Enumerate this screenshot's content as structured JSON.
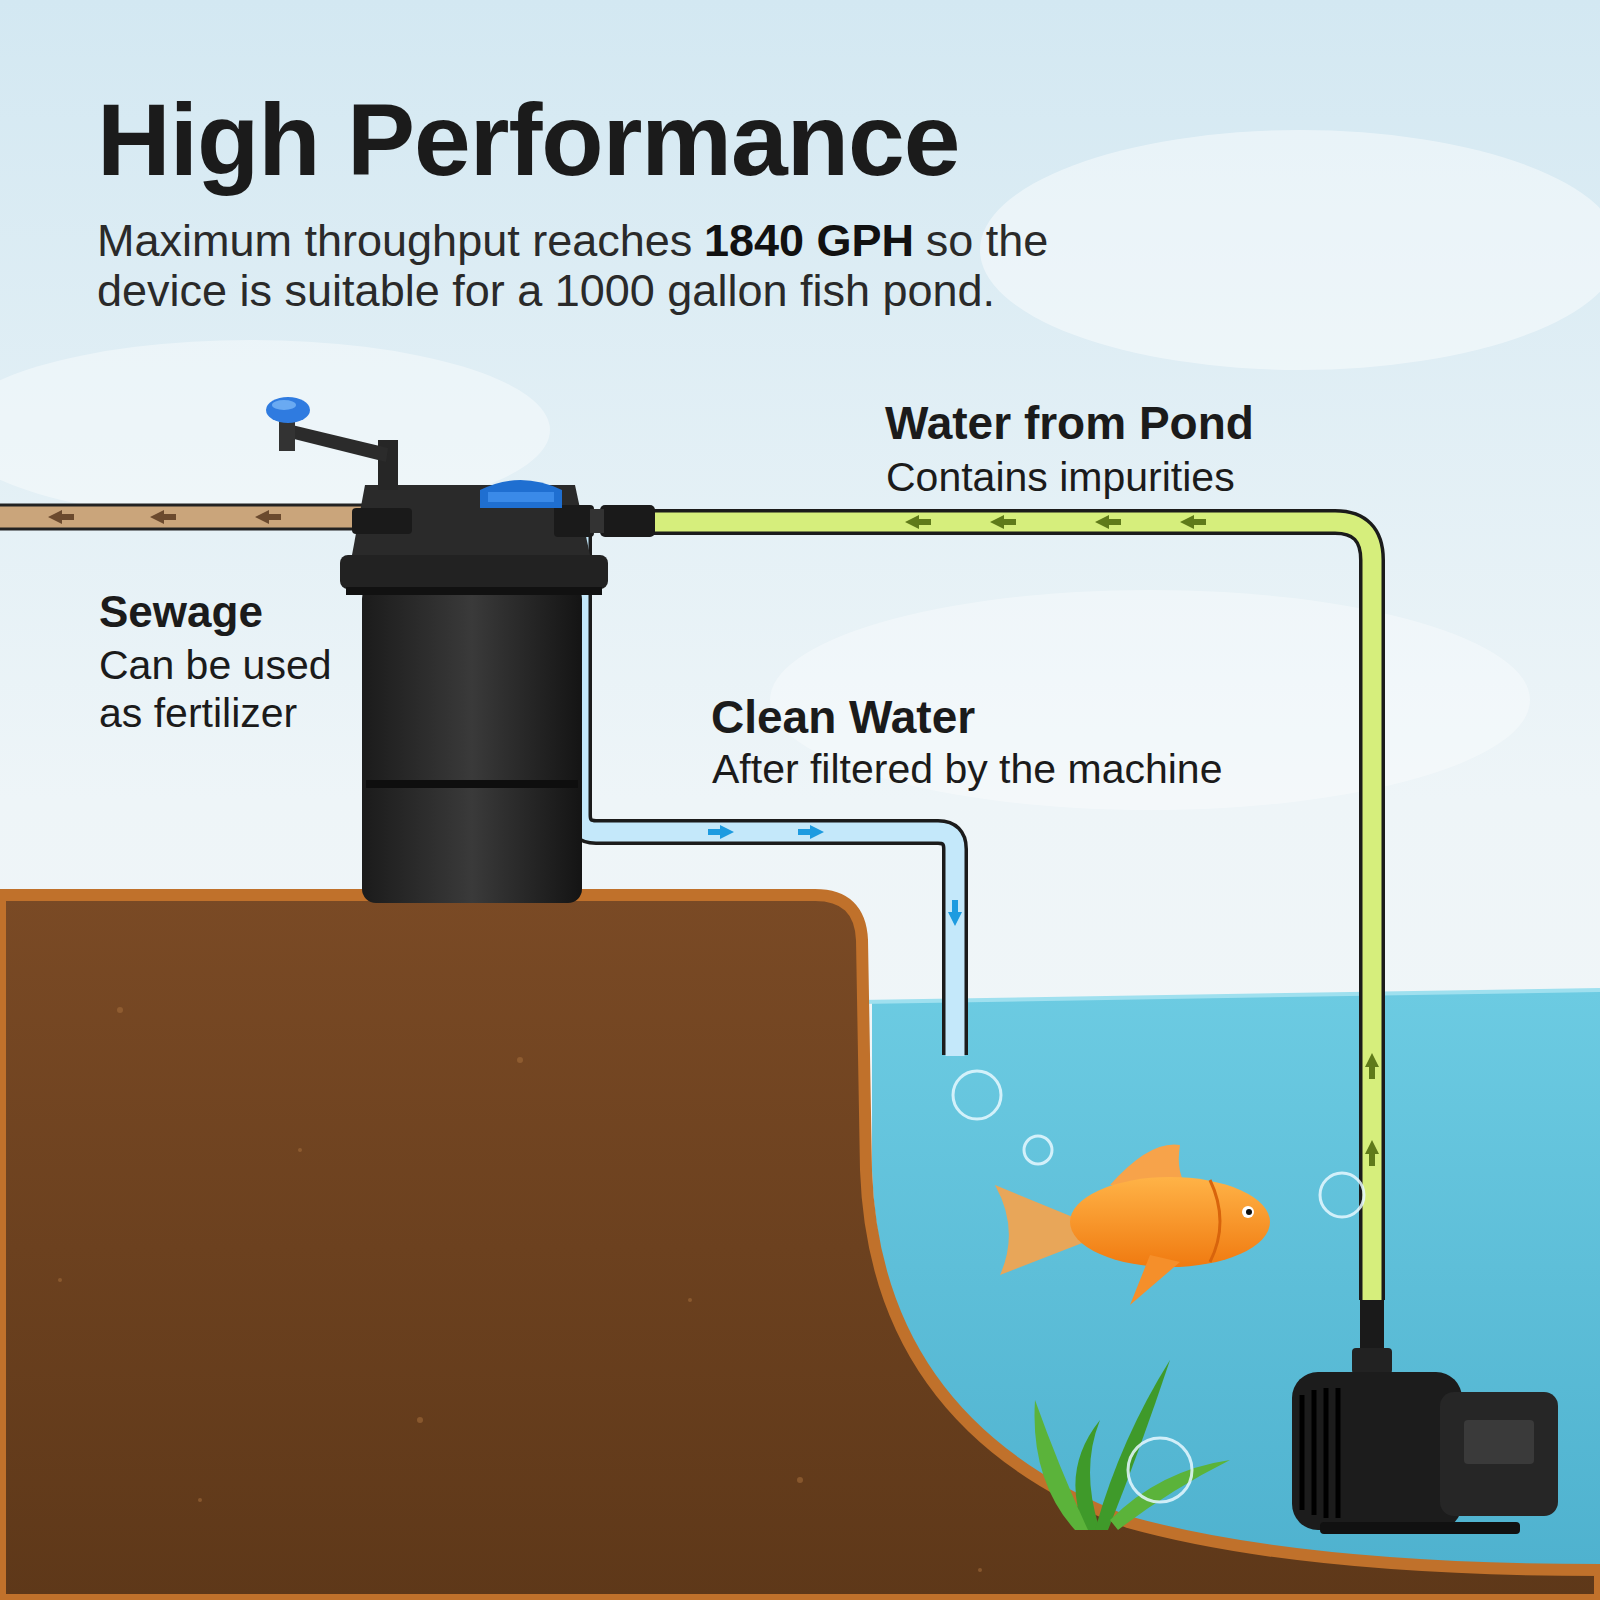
{
  "diagram": {
    "title": "High Performance",
    "labels": [
      "Maximum throughput reaches",
      "1840 GPH",
      "so the device is suitable for a 1000 gallon fish pond.",
      "Sewage",
      "Can be used as fertilizer",
      "Water from Pond",
      "Contains impurities",
      "Clean Water",
      "After filtered by the machine"
    ]
  }
}
